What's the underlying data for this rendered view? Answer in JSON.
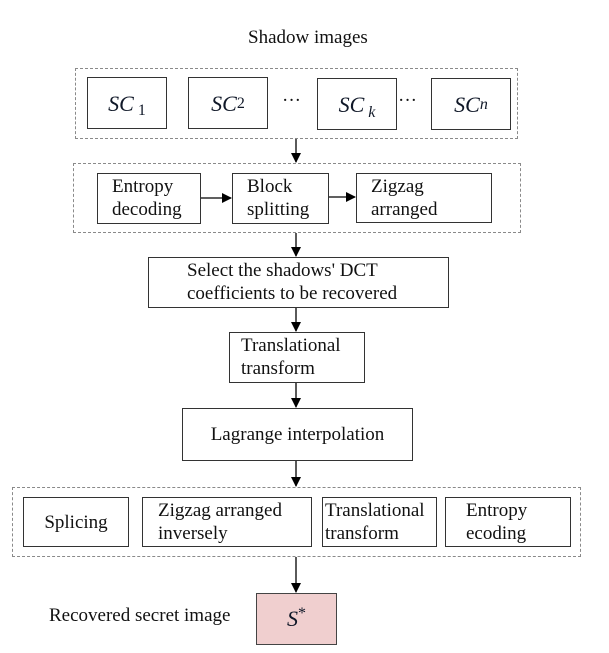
{
  "diagram": {
    "top_label": "Shadow images",
    "shadows": [
      {
        "base": "SC",
        "sub": "1"
      },
      {
        "base": "SC",
        "sub": "2"
      },
      {
        "base": "SC",
        "sub": "k"
      },
      {
        "base": "SC",
        "sub": "n"
      }
    ],
    "ellipsis": "···",
    "stage2": [
      {
        "line1": "Entropy",
        "line2": "decoding"
      },
      {
        "line1": "Block",
        "line2": "splitting"
      },
      {
        "line1": "Zigzag",
        "line2": "arranged"
      }
    ],
    "select_box": {
      "line1": "Select the shadows' DCT",
      "line2": "coefficients to be recovered"
    },
    "translational_box": {
      "line1": "Translational",
      "line2": "transform"
    },
    "lagrange_box": "Lagrange interpolation",
    "stage5": [
      {
        "line1": "Splicing",
        "line2": ""
      },
      {
        "line1": "Zigzag arranged",
        "line2": "inversely"
      },
      {
        "line1": "Translational",
        "line2": "transform"
      },
      {
        "line1": "Entropy",
        "line2": "ecoding"
      }
    ],
    "output_label": "Recovered secret image",
    "output_symbol": {
      "base": "S",
      "sup": "*"
    },
    "colors": {
      "output_fill": "#f0cfcf",
      "stroke": "#333333",
      "dashed": "#8a8a8a"
    }
  }
}
